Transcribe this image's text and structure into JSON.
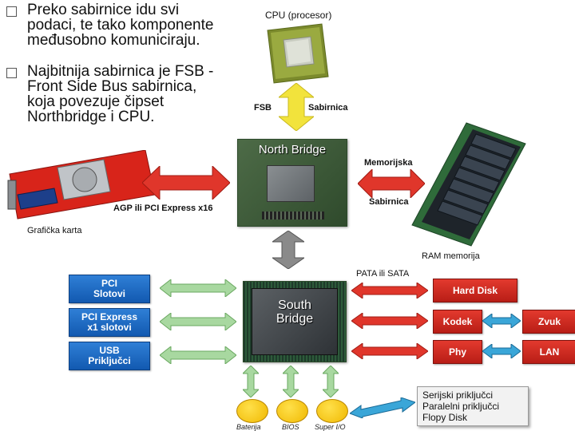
{
  "bullets": [
    {
      "marker": "□",
      "text": "Preko sabirnice idu svi\npodaci, te tako komponente\nmeđusobno komuniciraju."
    },
    {
      "marker": "□",
      "text": "Najbitnija sabirnica je FSB -\nFront Side Bus sabirnica,\nkoja povezuje čipset\nNorthbridge i CPU."
    }
  ],
  "cpu_label": "CPU (procesor)",
  "fsb_label": "FSB",
  "sabirnica_label": "Sabirnica",
  "north_bridge": "North Bridge",
  "south_bridge": "South\nBridge",
  "memorijska_label": "Memorijska",
  "mem_sabirnica_label": "Sabirnica",
  "ram_label": "RAM memorija",
  "agp_label": "AGP ili PCI Express x16",
  "graphics_label": "Grafička karta",
  "pata_label": "PATA ili SATA",
  "left_boxes": [
    "PCI\nSlotovi",
    "PCI Express\nx1 slotovi",
    "USB\nPriključci"
  ],
  "red_boxes": {
    "hard_disk": "Hard Disk",
    "kodek": "Kodek",
    "zvuk": "Zvuk",
    "phy": "Phy",
    "lan": "LAN"
  },
  "bottom_items": [
    "Baterija",
    "BIOS",
    "Super I/O"
  ],
  "io_box": "Serijski priključci\nParalelni priključci\nFlopy Disk",
  "colors": {
    "arrow_yellow": "#f2e33c",
    "arrow_red": "#e0362b",
    "arrow_green": "#a8d8a0",
    "arrow_blue": "#3aa6d8",
    "arrow_gray": "#8a8a8a",
    "box_blue": "#1a68c0",
    "box_red": "#cc2a20"
  }
}
